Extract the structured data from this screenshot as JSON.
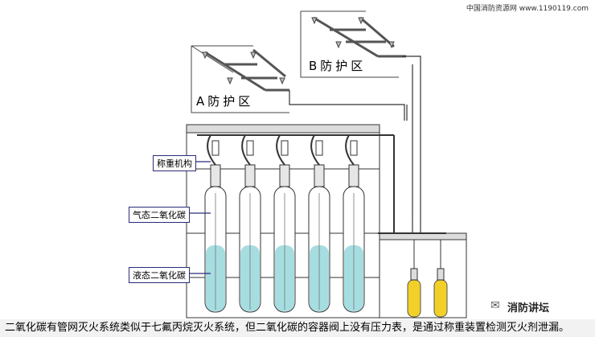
{
  "header": {
    "credit": "中国消防资源网 www.1190119.com"
  },
  "zones": {
    "a_label": "A防护区",
    "b_label": "B防护区"
  },
  "callouts": {
    "weighing": "称重机构",
    "gas": "气态二氧化碳",
    "liquid": "液态二氧化碳"
  },
  "caption": "二氧化碳有管网灭火系统类似于七氟丙烷灭火系统，但二氧化碳的容器阀上没有压力表，是通过称重装置检测灭火剂泄漏。",
  "brand": {
    "name": "消防讲坛",
    "icon": "wechat-icon"
  },
  "colors": {
    "liquid_fill": "#a6dde0",
    "pipe": "#333333",
    "callout_border": "#2b2b7a",
    "pilot": "#f2d027"
  }
}
